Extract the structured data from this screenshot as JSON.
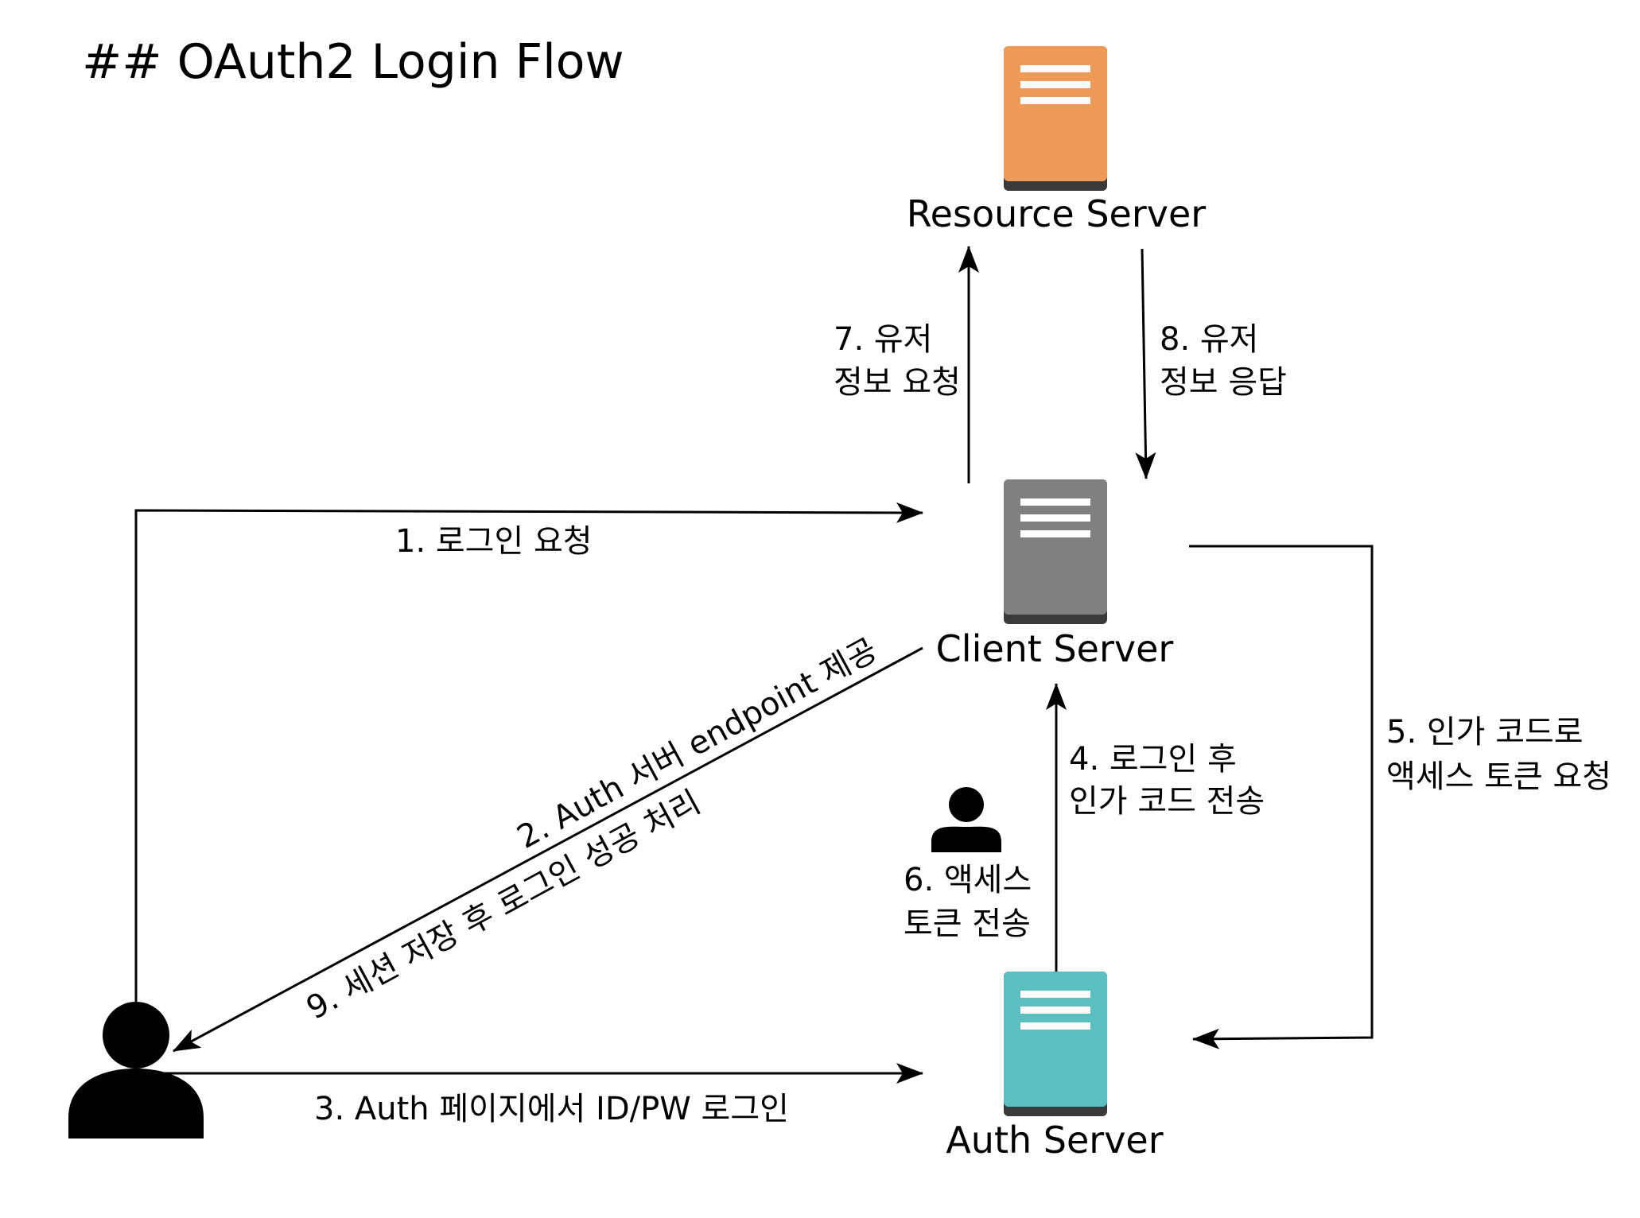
{
  "title": "## OAuth2 Login Flow",
  "nodes": {
    "resource_server": {
      "label": "Resource Server",
      "color": "#F09A58"
    },
    "client_server": {
      "label": "Client Server",
      "color": "#808080"
    },
    "auth_server": {
      "label": "Auth Server",
      "color": "#5BBEC0"
    },
    "user": {
      "label": ""
    }
  },
  "edges": {
    "step1": {
      "label": "1. 로그인 요청"
    },
    "step2": {
      "label": "2. Auth 서버 endpoint 제공"
    },
    "step3": {
      "label": "3. Auth 페이지에서 ID/PW 로그인"
    },
    "step4": {
      "lines": [
        "4. 로그인 후",
        "인가 코드 전송"
      ]
    },
    "step5": {
      "lines": [
        "5. 인가 코드로",
        "액세스 토큰 요청"
      ]
    },
    "step6": {
      "lines": [
        "6. 액세스",
        "토큰 전송"
      ]
    },
    "step7": {
      "lines": [
        "7. 유저",
        "정보 요청"
      ]
    },
    "step8": {
      "lines": [
        "8. 유저",
        "정보 응답"
      ]
    },
    "step9": {
      "label": "9. 세션 저장 후 로그인 성공 처리"
    }
  }
}
